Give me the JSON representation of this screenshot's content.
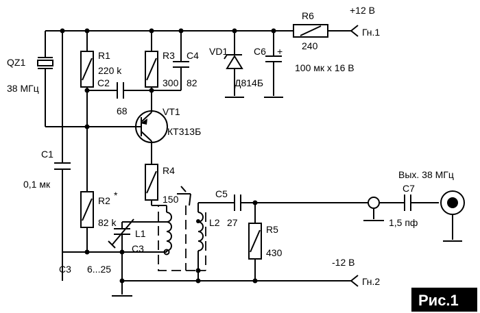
{
  "labels": {
    "qz1": "QZ1",
    "qz1_val": "38 МГц",
    "r1": "R1",
    "r1_val": "220 k",
    "r2": "R2",
    "r2_star": "*",
    "r2_val": "82 k",
    "r3": "R3",
    "r3_val": "300",
    "r4": "R4",
    "r4_val": "150",
    "r5": "R5",
    "r5_val": "430",
    "r6": "R6",
    "r6_val": "240",
    "c1": "C1",
    "c1_val": "0,1 мк",
    "c2": "C2",
    "c2_val": "68",
    "c3_near": "C3",
    "c3": "C3",
    "c3_val": "6...25",
    "c4": "C4",
    "c4_val": "82",
    "c5": "C5",
    "c5_val": "27",
    "c6": "C6",
    "c6_val": "100 мк х 16 В",
    "c6_plus": "+",
    "c7": "C7",
    "c7_val": "1,5 пф",
    "vt1": "VT1",
    "vt1_val": "КТ313Б",
    "vd1": "VD1",
    "vd1_val": "Д814Б",
    "l1": "L1",
    "l2": "L2",
    "vplus": "+12 В",
    "gn1": "Гн.1",
    "vminus": "-12 В",
    "gn2": "Гн.2",
    "out": "Вых. 38 МГц",
    "figure": "Рис.1"
  }
}
